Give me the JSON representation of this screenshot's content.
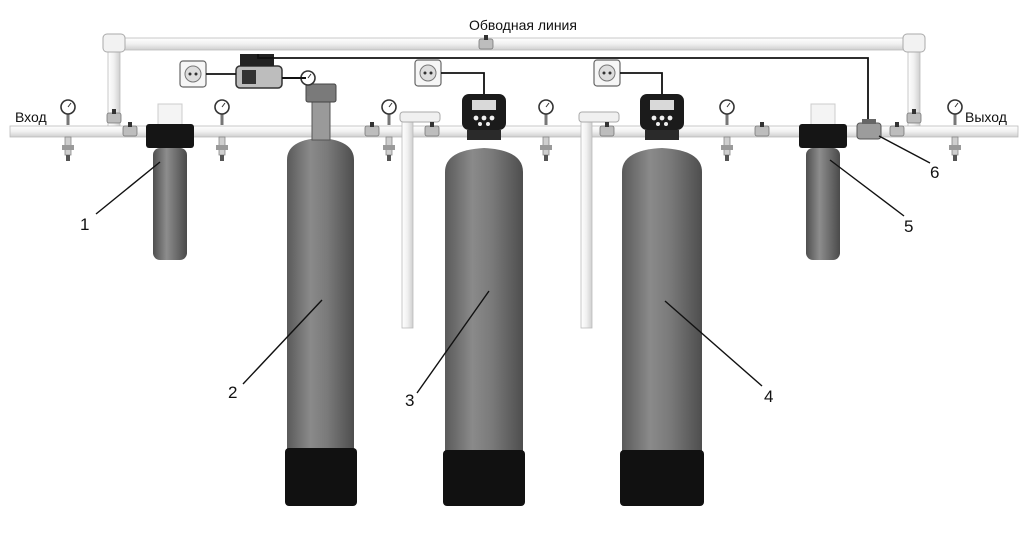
{
  "labels": {
    "inlet": "Вход",
    "outlet": "Выход",
    "bypass": "Обводная линия"
  },
  "callouts": [
    "1",
    "2",
    "3",
    "4",
    "5",
    "6"
  ],
  "colors": {
    "pipe": "#f4f4f4",
    "pipe_edge": "#b5b5b5",
    "tank": "#7d7d7d",
    "tank_dark": "#565656",
    "tank_base": "#111111",
    "filter_cap": "#151515",
    "wire": "#111111"
  },
  "icons": [
    "pressure-gauge-icon",
    "valve-icon",
    "power-socket-icon",
    "control-valve-icon",
    "pump-icon"
  ]
}
